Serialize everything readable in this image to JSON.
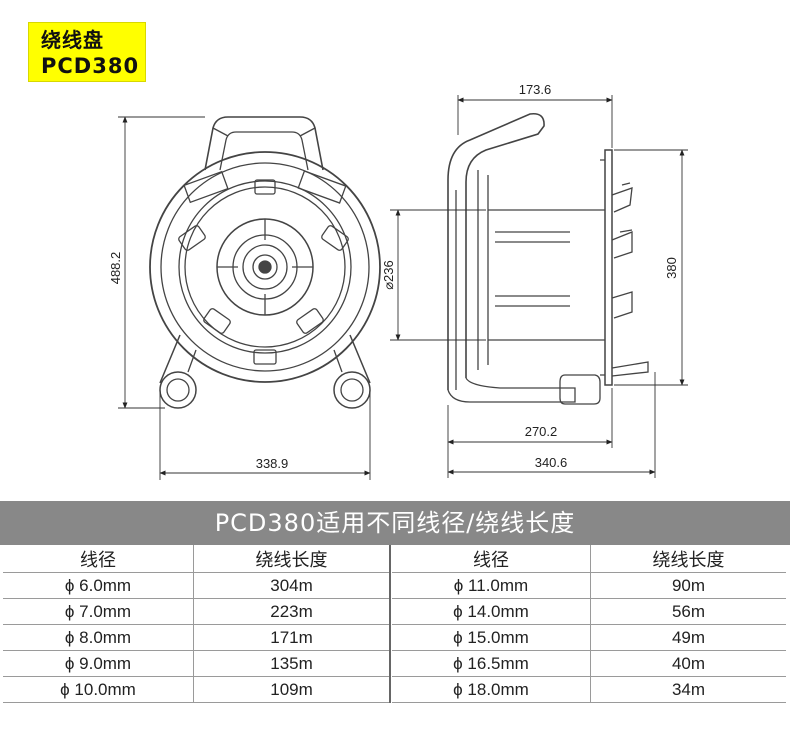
{
  "badge": {
    "title": "绕线盘",
    "model": "PCD380"
  },
  "dimensions": {
    "front_height": "488.2",
    "front_width": "338.9",
    "drum_diameter": "⌀236",
    "top_width": "173.6",
    "side_height": "380",
    "inner_width": "270.2",
    "side_width": "340.6"
  },
  "table": {
    "title": "PCD380适用不同线径/绕线长度",
    "headers": {
      "diameter": "线径",
      "length": "绕线长度"
    },
    "left_rows": [
      {
        "diameter": "ϕ 6.0mm",
        "length": "304m"
      },
      {
        "diameter": "ϕ 7.0mm",
        "length": "223m"
      },
      {
        "diameter": "ϕ 8.0mm",
        "length": "171m"
      },
      {
        "diameter": "ϕ 9.0mm",
        "length": "135m"
      },
      {
        "diameter": "ϕ 10.0mm",
        "length": "109m"
      }
    ],
    "right_rows": [
      {
        "diameter": "ϕ 11.0mm",
        "length": "90m"
      },
      {
        "diameter": "ϕ 14.0mm",
        "length": "56m"
      },
      {
        "diameter": "ϕ 15.0mm",
        "length": "49m"
      },
      {
        "diameter": "ϕ 16.5mm",
        "length": "40m"
      },
      {
        "diameter": "ϕ 18.0mm",
        "length": "34m"
      }
    ]
  }
}
